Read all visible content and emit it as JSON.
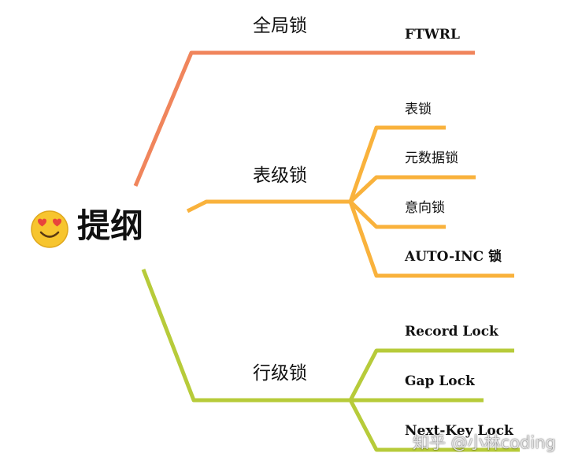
{
  "root": {
    "label": "提纲",
    "emoji": "heart-eyes-face-icon"
  },
  "colors": {
    "global_branch": "#F0855C",
    "table_branch": "#F9B23C",
    "row_branch": "#B7CB3A",
    "text": "#111111"
  },
  "branches": {
    "global": {
      "label": "全局锁",
      "leaves": [
        "FTWRL"
      ]
    },
    "table": {
      "label": "表级锁",
      "leaves": [
        "表锁",
        "元数据锁",
        "意向锁",
        "AUTO-INC 锁"
      ]
    },
    "row": {
      "label": "行级锁",
      "leaves": [
        "Record Lock",
        "Gap Lock",
        "Next-Key Lock"
      ]
    }
  },
  "watermark": "知乎 @小林coding"
}
